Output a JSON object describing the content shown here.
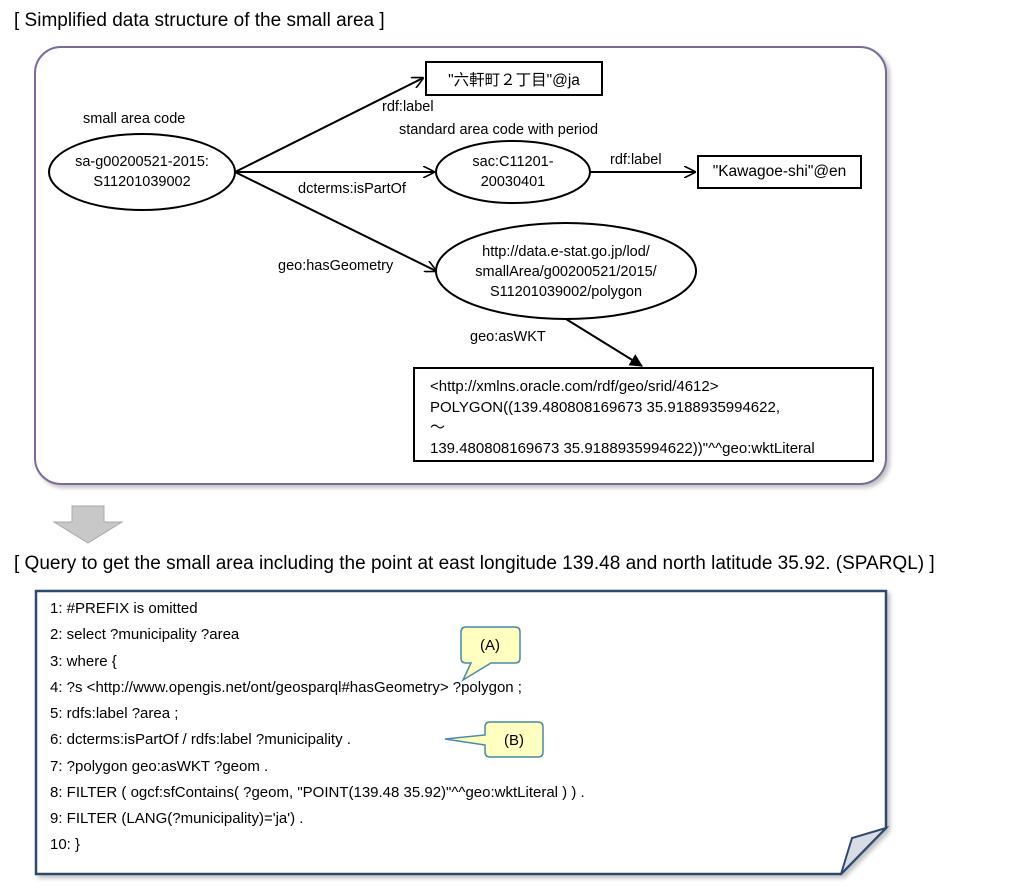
{
  "diagram": {
    "heading": "[ Simplified data structure of the small area ]",
    "node_caption": "small area code",
    "node_small_area": [
      "sa-g00200521-2015:",
      "S11201039002"
    ],
    "edge_rdf_label_1": "rdf:label",
    "literal_ja": "\"六軒町２丁目\"@ja",
    "node_standard_caption": "standard area code with period",
    "node_sac": [
      "sac:C11201-",
      "20030401"
    ],
    "edge_rdf_label_2": "rdf:label",
    "literal_en": "\"Kawagoe-shi\"@en",
    "edge_is_part_of": "dcterms:isPartOf",
    "edge_has_geometry": "geo:hasGeometry",
    "node_polygon": [
      "http://data.e-stat.go.jp/lod/",
      "smallArea/g00200521/2015/",
      "S11201039002/polygon"
    ],
    "edge_as_wkt": "geo:asWKT",
    "wkt_lines": [
      "<http://xmlns.oracle.com/rdf/geo/srid/4612>",
      "POLYGON((139.480808169673 35.9188935994622,",
      "～",
      "139.480808169673 35.9188935994622))\"^^geo:wktLiteral"
    ]
  },
  "query": {
    "heading": "[ Query to get the small area including the point at east longitude 139.48 and north latitude 35.92. (SPARQL) ]",
    "lines": [
      "1:  #PREFIX is omitted",
      "2: select ?municipality ?area",
      "3: where {",
      "4:   ?s  <http://www.opengis.net/ont/geosparql#hasGeometry>  ?polygon ;",
      "5:         rdfs:label ?area ;",
      "6:         dcterms:isPartOf  /  rdfs:label  ?municipality .",
      "7:   ?polygon  geo:asWKT  ?geom  .",
      "8:  FILTER ( ogcf:sfContains( ?geom, \"POINT(139.48 35.92)\"^^geo:wktLiteral ) ) .",
      "9:  FILTER (LANG(?municipality)='ja') .",
      "10: }"
    ],
    "callout_a": "(A)",
    "callout_b": "(B)"
  },
  "colors": {
    "frame_purple": "#7a6a9a",
    "frame_navy": "#2f4a6e",
    "callout_fill": "#ffffc0",
    "callout_border": "#4a8aa8",
    "arrow_gray": "#bdbdbd"
  }
}
